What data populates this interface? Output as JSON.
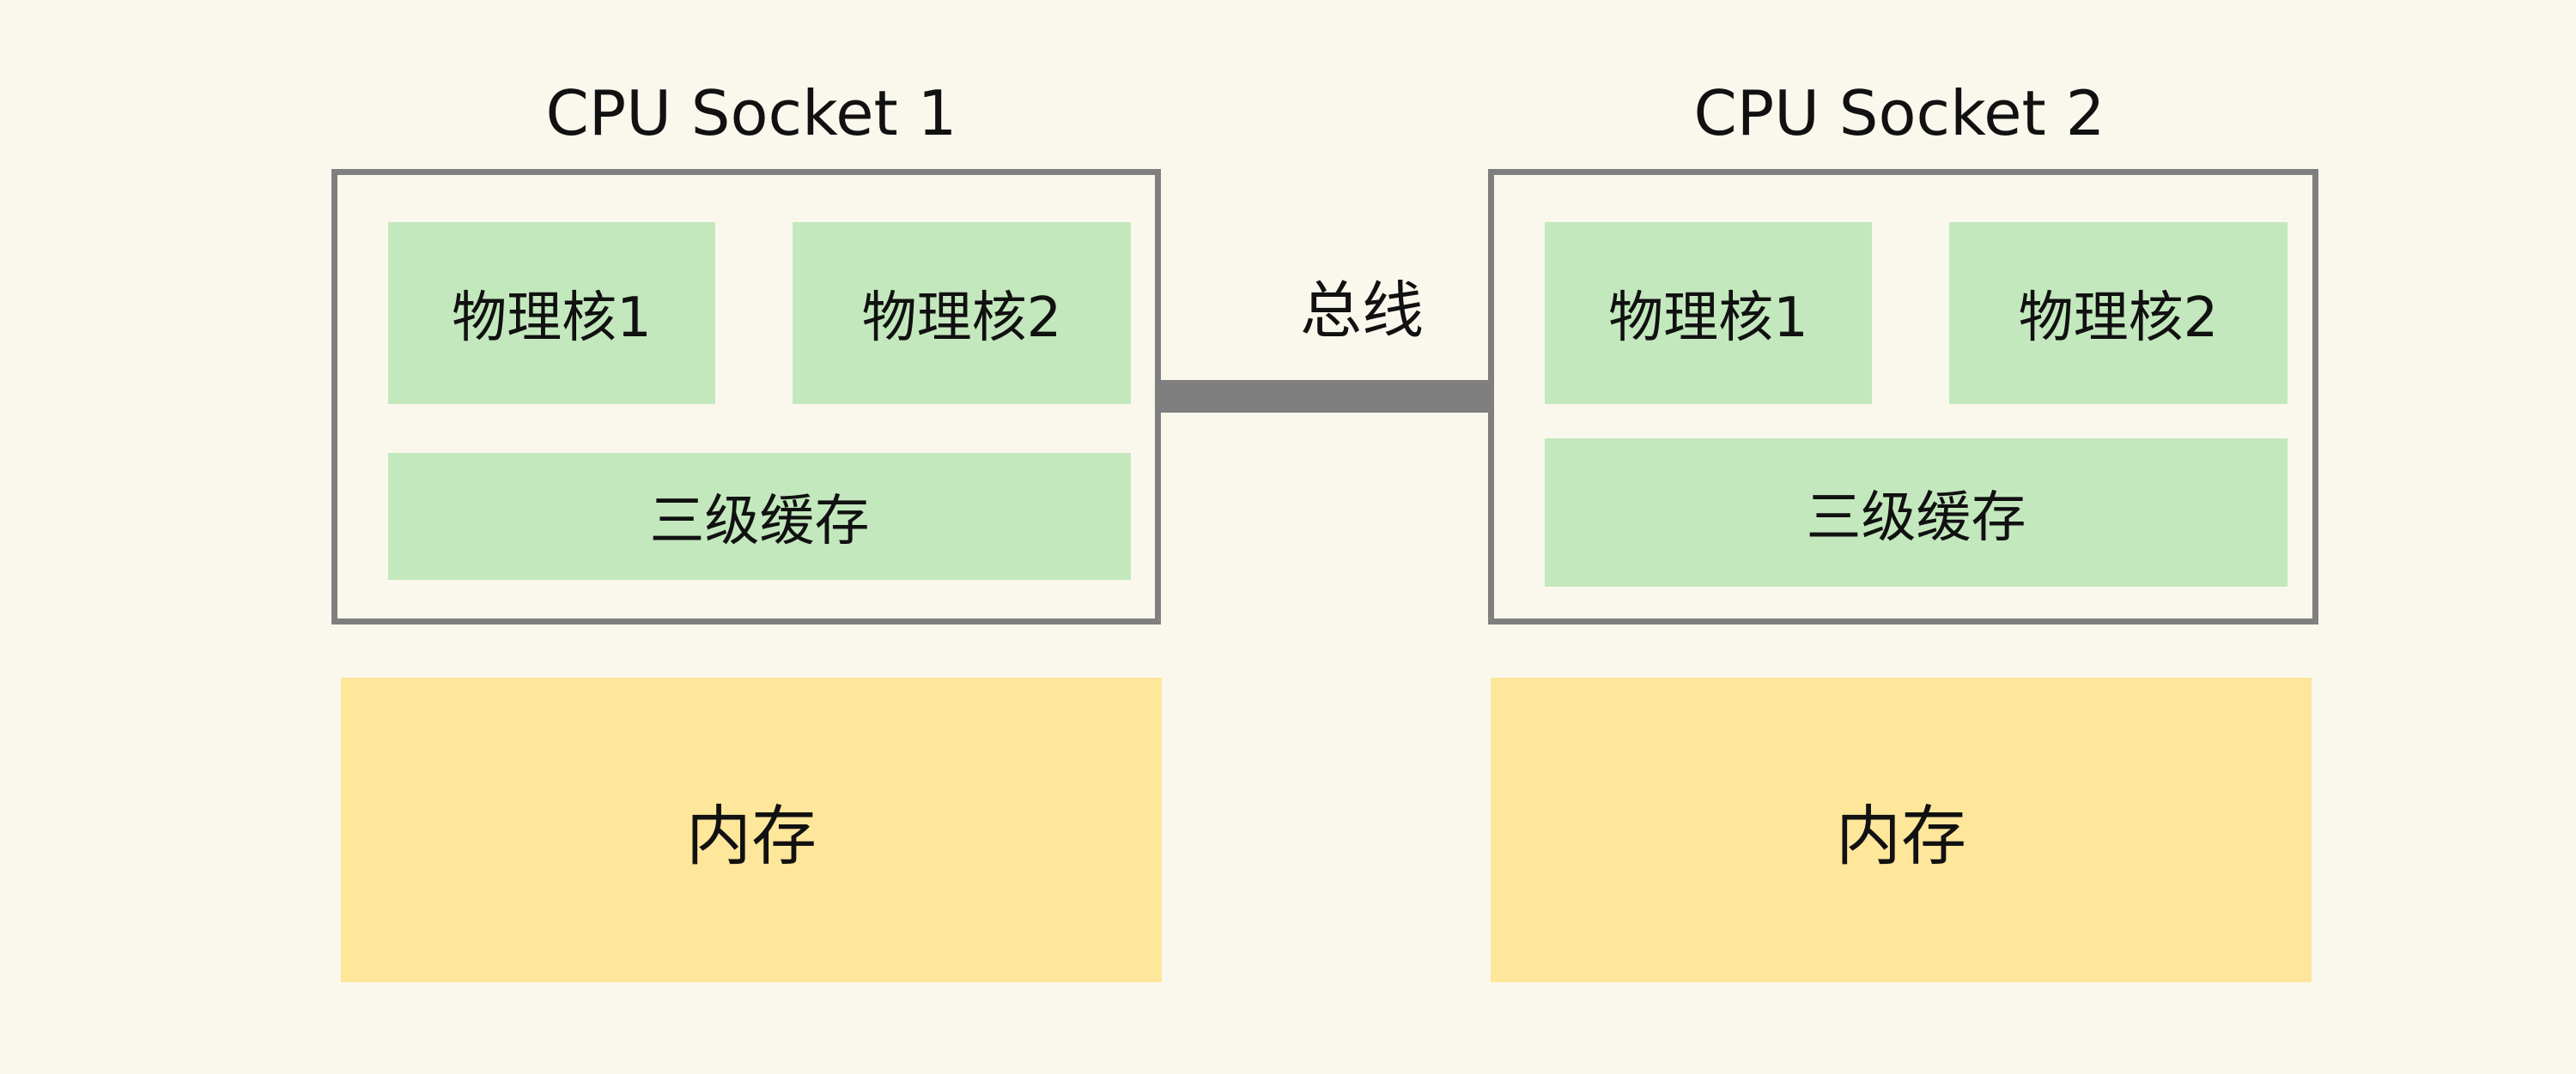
{
  "sockets": [
    {
      "title": "CPU Socket 1",
      "cores": [
        "物理核1",
        "物理核2"
      ],
      "cache": "三级缓存",
      "memory": "内存"
    },
    {
      "title": "CPU Socket 2",
      "cores": [
        "物理核1",
        "物理核2"
      ],
      "cache": "三级缓存",
      "memory": "内存"
    }
  ],
  "bus": {
    "label": "总线"
  }
}
